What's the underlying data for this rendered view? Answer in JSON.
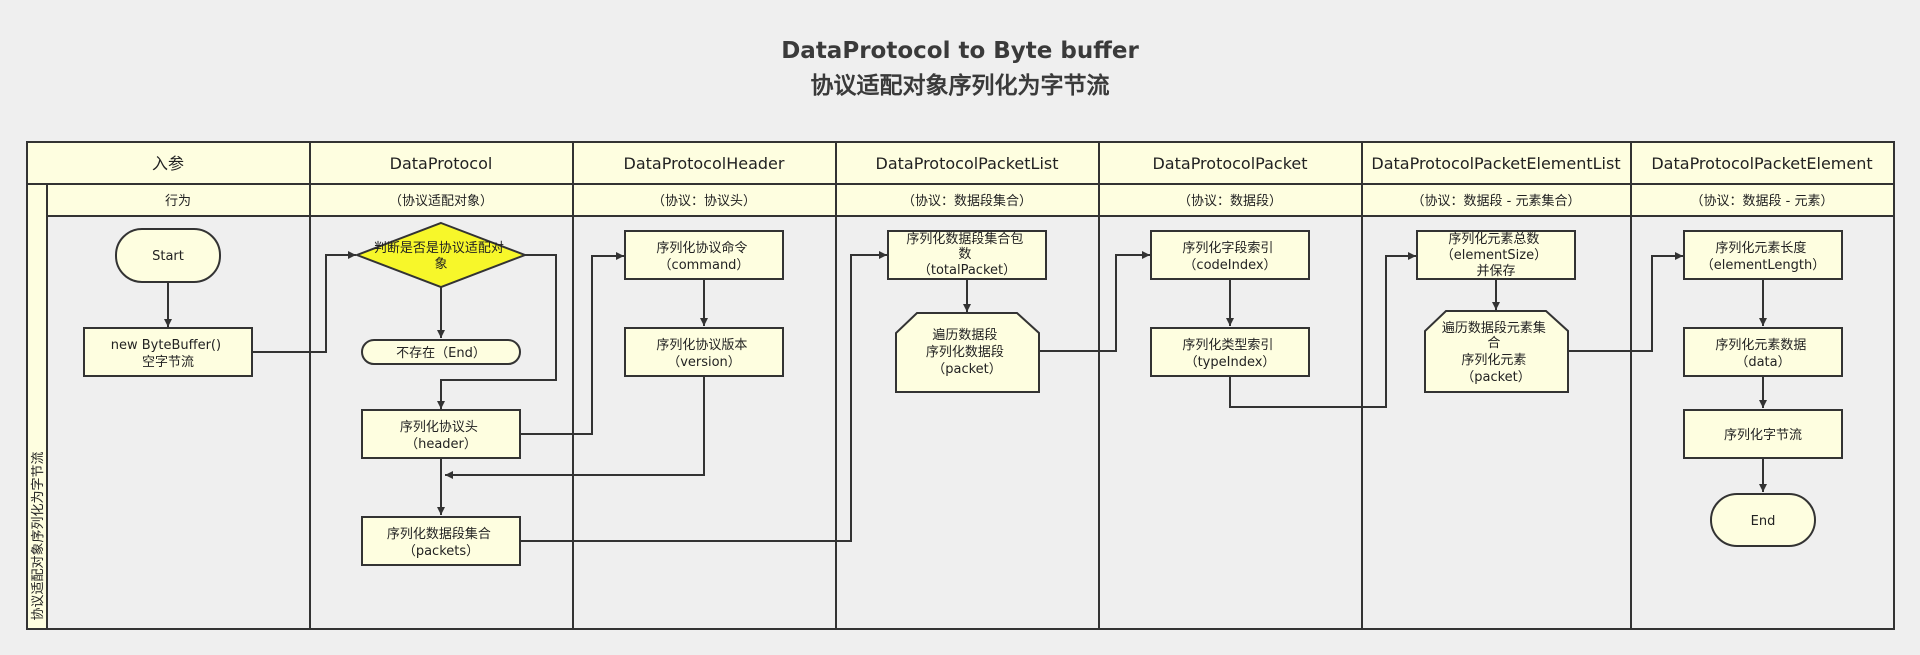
{
  "title_line1": "DataProtocol to Byte buffer",
  "title_line2": "协议适配对象序列化为字节流",
  "pool_label": "协议适配对象序列化为字节流",
  "columns": [
    {
      "header": "入参",
      "subheader": "行为"
    },
    {
      "header": "DataProtocol",
      "subheader": "（协议适配对象）"
    },
    {
      "header": "DataProtocolHeader",
      "subheader": "（协议：协议头）"
    },
    {
      "header": "DataProtocolPacketList",
      "subheader": "（协议：数据段集合）"
    },
    {
      "header": "DataProtocolPacket",
      "subheader": "（协议：数据段）"
    },
    {
      "header": "DataProtocolPacketElementList",
      "subheader": "（协议：数据段 - 元素集合）"
    },
    {
      "header": "DataProtocolPacketElement",
      "subheader": "（协议：数据段 - 元素）"
    }
  ],
  "nodes": {
    "start": [
      "Start"
    ],
    "new_buffer": [
      "new ByteBuffer()",
      "空字节流"
    ],
    "decision": [
      "判断是否是协议适配对",
      "象"
    ],
    "not_exist": [
      "不存在（End）"
    ],
    "ser_header": [
      "序列化协议头",
      "（header）"
    ],
    "ser_packets": [
      "序列化数据段集合",
      "（packets）"
    ],
    "ser_command": [
      "序列化协议命令",
      "（command）"
    ],
    "ser_version": [
      "序列化协议版本",
      "（version）"
    ],
    "ser_total_packet": [
      "序列化数据段集合包",
      "数",
      "（totalPacket）"
    ],
    "loop_packets": [
      "遍历数据段",
      "序列化数据段",
      "（packet）"
    ],
    "ser_code_index": [
      "序列化字段索引",
      "（codeIndex）"
    ],
    "ser_type_index": [
      "序列化类型索引",
      "（typeIndex）"
    ],
    "ser_element_size": [
      "序列化元素总数",
      "（elementSize）",
      "并保存"
    ],
    "loop_elements": [
      "遍历数据段元素集",
      "合",
      "序列化元素",
      "（packet）"
    ],
    "ser_element_length": [
      "序列化元素长度",
      "（elementLength）"
    ],
    "ser_element_data": [
      "序列化元素数据",
      "（data）"
    ],
    "ser_bytes": [
      "序列化字节流"
    ],
    "end": [
      "End"
    ]
  },
  "colors": {
    "background": "#efefef",
    "node_fill": "#fefee0",
    "decision_fill": "#f7f72a",
    "stroke": "#333333"
  }
}
